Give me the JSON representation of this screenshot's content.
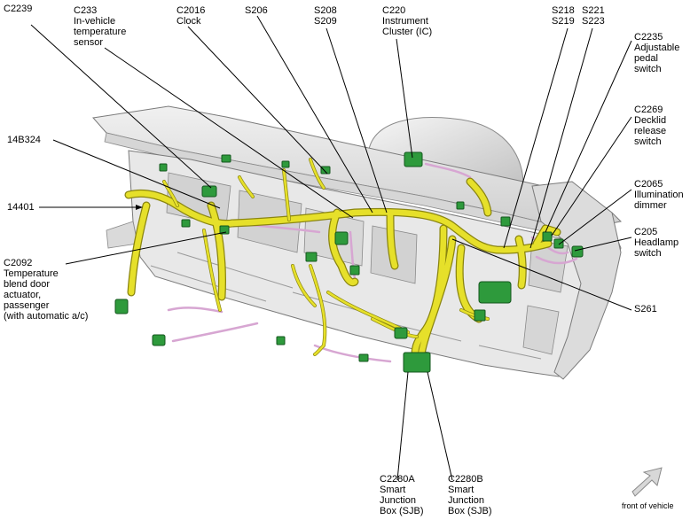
{
  "callouts": [
    {
      "id": "c2239",
      "text": "C2239"
    },
    {
      "id": "c233",
      "text": "C233\nIn-vehicle\ntemperature\nsensor"
    },
    {
      "id": "c2016",
      "text": "C2016\nClock"
    },
    {
      "id": "s206",
      "text": "S206"
    },
    {
      "id": "s208",
      "text": "S208\nS209"
    },
    {
      "id": "c220",
      "text": "C220\nInstrument\nCluster (IC)"
    },
    {
      "id": "s218",
      "text": "S218\nS219"
    },
    {
      "id": "s221",
      "text": "S221\nS223"
    },
    {
      "id": "c2235",
      "text": "C2235\nAdjustable\npedal\nswitch"
    },
    {
      "id": "c2269",
      "text": "C2269\nDecklid\nrelease\nswitch"
    },
    {
      "id": "c2065",
      "text": "C2065\nIllumination\ndimmer"
    },
    {
      "id": "c205",
      "text": "C205\nHeadlamp\nswitch"
    },
    {
      "id": "s261",
      "text": "S261"
    },
    {
      "id": "b14b324",
      "text": "14B324"
    },
    {
      "id": "b14401",
      "text": "14401"
    },
    {
      "id": "c2092",
      "text": "C2092\nTemperature\nblend door\nactuator,\npassenger\n(with automatic a/c)"
    },
    {
      "id": "c2280a",
      "text": "C2280A\nSmart\nJunction\nBox (SJB)"
    },
    {
      "id": "c2280b",
      "text": "C2280B\nSmart\nJunction\nBox (SJB)"
    }
  ],
  "orientation": {
    "text": "front of vehicle",
    "icon": "front-arrow-icon"
  },
  "colors": {
    "harness": "#e6e02a",
    "harness_edge": "#8a8510",
    "connector": "#2e9a3c",
    "connector_edge": "#13561d",
    "pink_wire": "#d7a6d2",
    "panel_fill": "#e4e4e4",
    "panel_edge": "#7a7a7a",
    "leader": "#000000"
  }
}
